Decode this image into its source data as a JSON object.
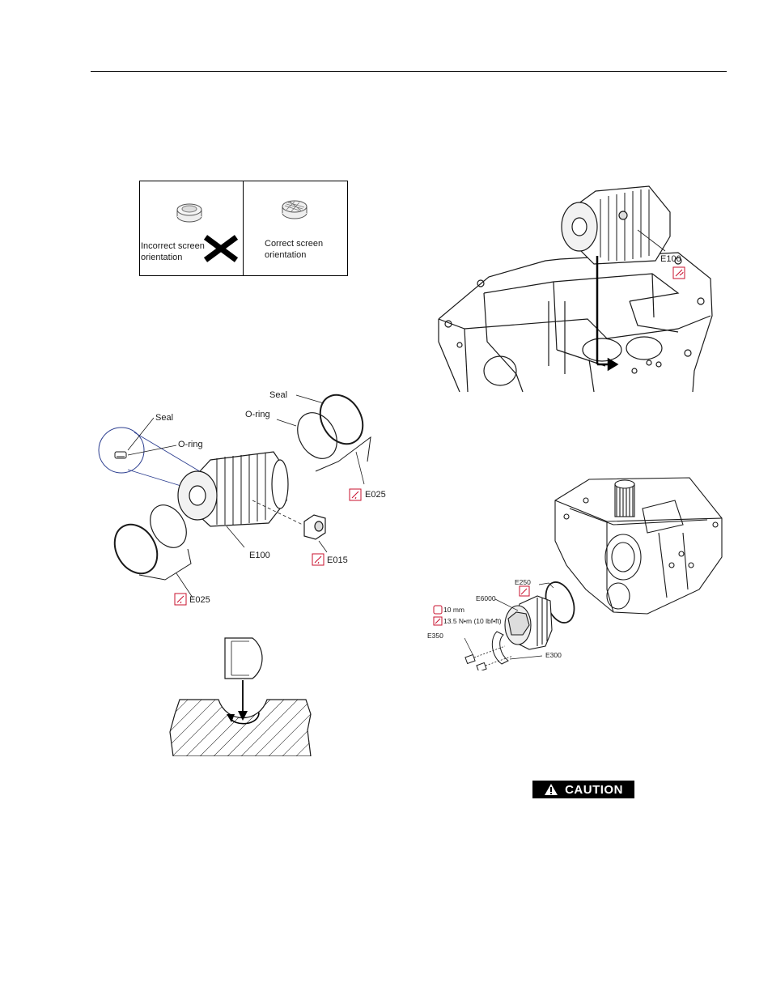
{
  "screen_figure": {
    "incorrect_label": "Incorrect screen orientation",
    "correct_label": "Correct screen orientation"
  },
  "right_top_figure": {
    "part_label": "E100"
  },
  "left_mid_figure": {
    "seal_label": "Seal",
    "oring_label": "O-ring",
    "seal_top_label": "Seal",
    "oring_top_label": "O-ring",
    "e025_right": "E025",
    "e100": "E100",
    "e015": "E015",
    "e025_left": "E025"
  },
  "right_mid_figure": {
    "e250": "E250",
    "e6000": "E6000",
    "wrench_size": "10 mm",
    "torque": "13.5 N•m (10 lbf•ft)",
    "e350": "E350",
    "e300": "E300"
  },
  "caution": {
    "label": "CAUTION"
  },
  "colors": {
    "icon_red": "#c8102e",
    "line": "#1a1a1a",
    "detail_blue": "#2b3d8f"
  }
}
